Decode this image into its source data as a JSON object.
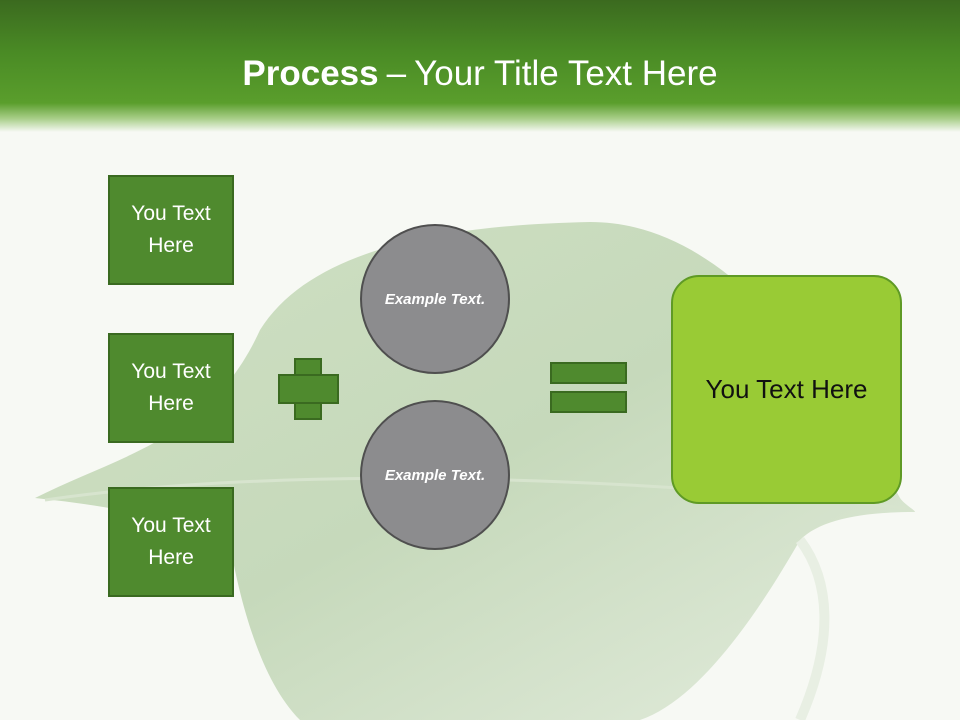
{
  "title": {
    "bold": "Process",
    "separator": "–",
    "rest": "Your Title Text Here"
  },
  "left_boxes": [
    {
      "label": "You Text Here"
    },
    {
      "label": "You Text Here"
    },
    {
      "label": "You Text Here"
    }
  ],
  "circles": [
    {
      "label": "Example Text."
    },
    {
      "label": "Example Text."
    }
  ],
  "result": {
    "label": "You Text Here"
  },
  "colors": {
    "header_green": "#4a8b25",
    "box_green": "#4f8a2e",
    "circle_gray": "#8c8c8e",
    "result_green": "#99cb35"
  },
  "icons": [
    "plus-icon",
    "equals-icon"
  ]
}
